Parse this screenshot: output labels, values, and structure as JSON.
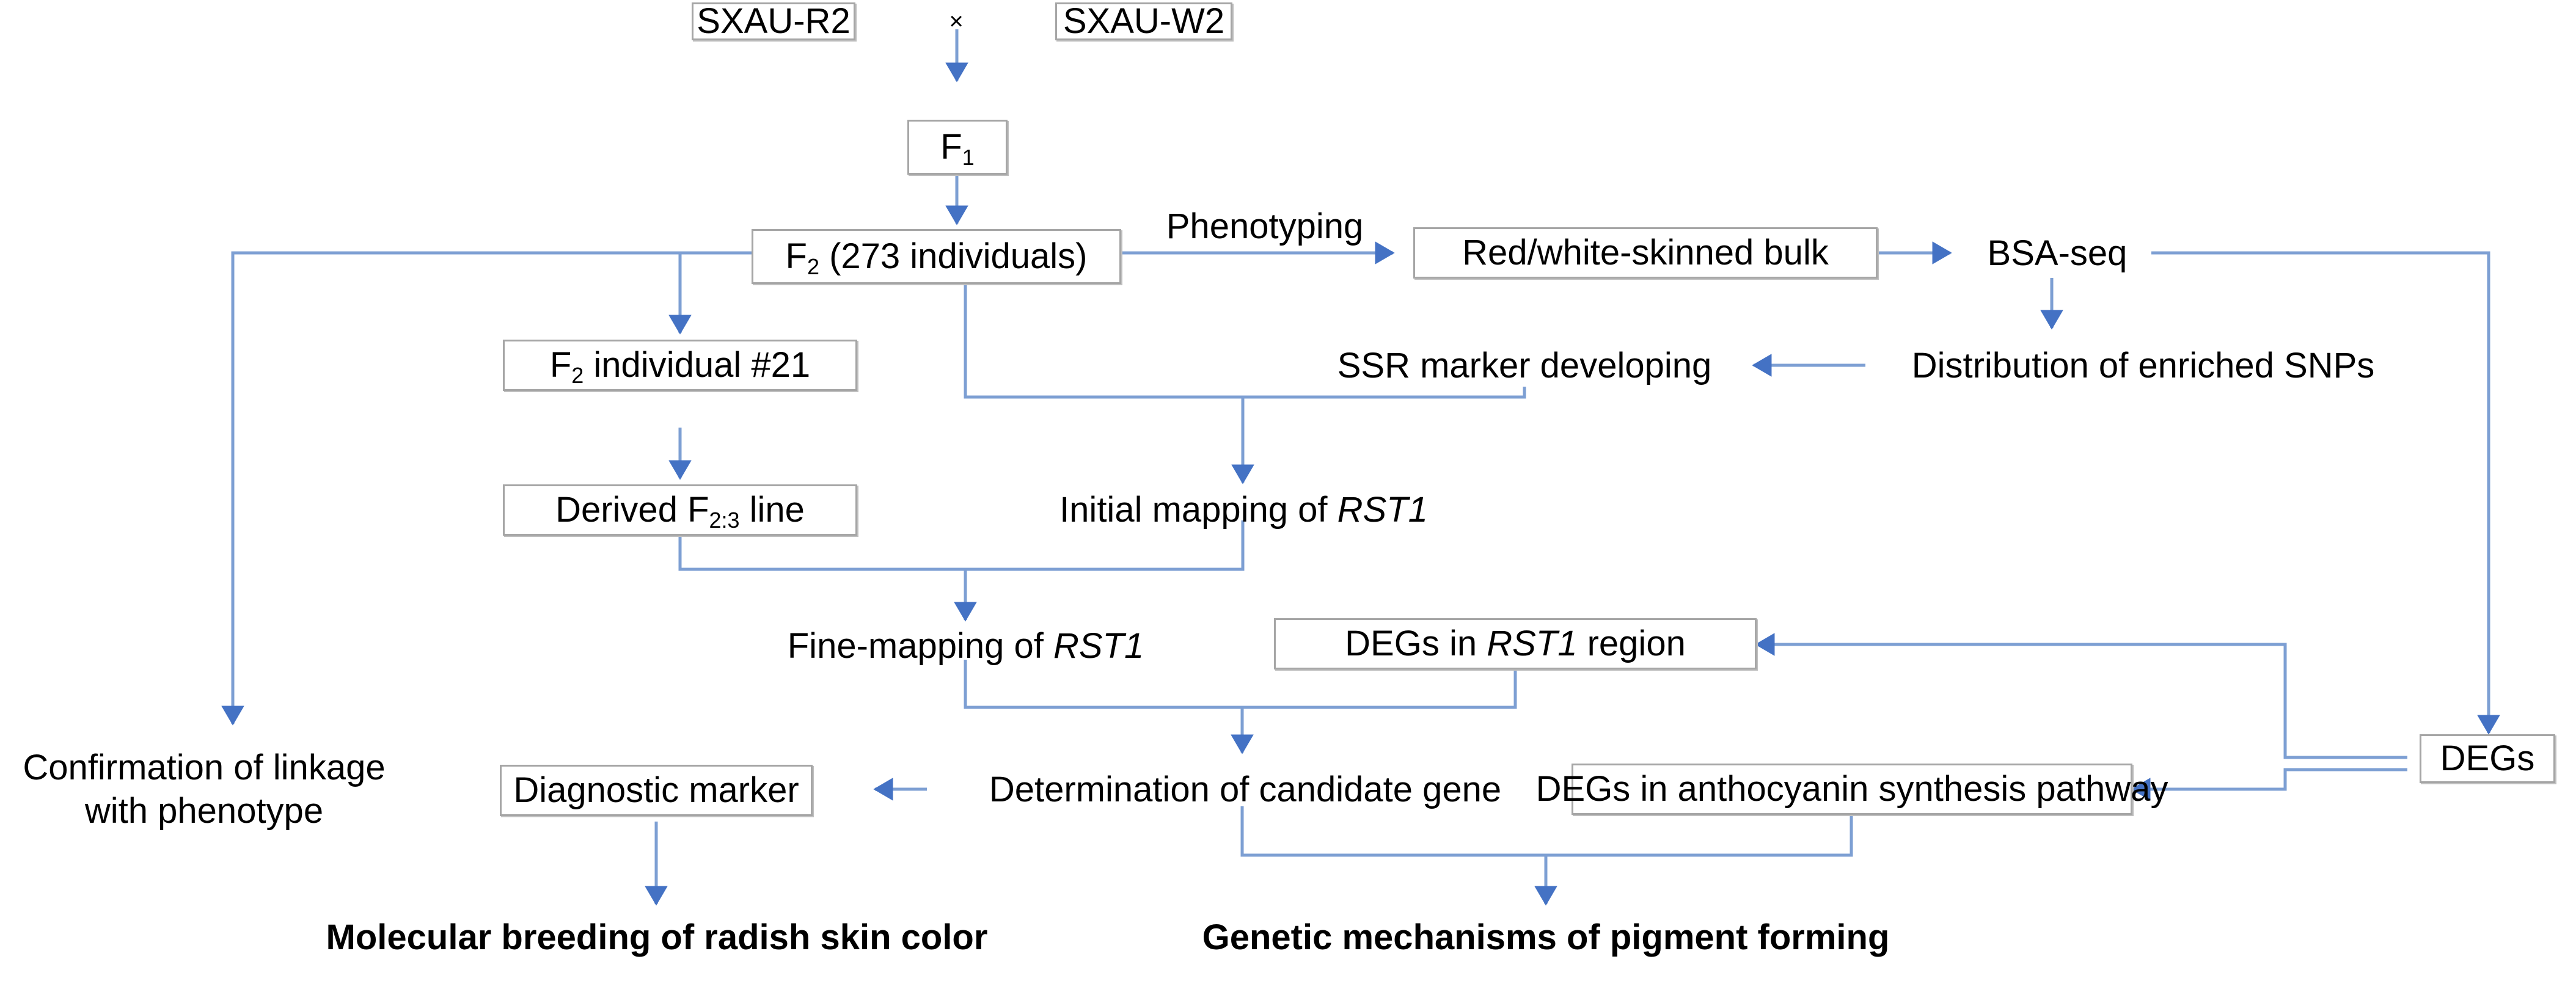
{
  "diagram": {
    "title": "Radish skin color RST1 mapping workflow",
    "colors": {
      "arrow": "#4472C4",
      "line": "#7D9FD3",
      "box_border": "#A6A6A6",
      "box_shadow": "#BFBFBF",
      "text": "#000000",
      "background": "#FFFFFF"
    },
    "nodes": {
      "parent_red": "SXAU-R2",
      "cross_symbol": "×",
      "parent_white": "SXAU-W2",
      "f1": "F",
      "f1_sub": "1",
      "f2_prefix": "F",
      "f2_sub": "2",
      "f2_suffix": " (273 individuals)",
      "phenotyping_label": "Phenotyping",
      "bulk": "Red/white-skinned bulk",
      "bsa_seq": "BSA-seq",
      "snp_distribution": "Distribution of enriched SNPs",
      "ssr_marker": "SSR marker developing",
      "f2_individual_prefix": "F",
      "f2_individual_sub": "2",
      "f2_individual_suffix": " individual  #21",
      "derived_prefix": "Derived F",
      "derived_sub": "2:3",
      "derived_suffix": " line",
      "initial_mapping_prefix": "Initial mapping of ",
      "initial_mapping_gene": "RST1",
      "fine_mapping_prefix": "Fine-mapping of ",
      "fine_mapping_gene": "RST1",
      "degs_region_prefix": "DEGs in ",
      "degs_region_gene": "RST1",
      "degs_region_suffix": " region",
      "degs": "DEGs",
      "confirmation_line1": "Confirmation of linkage",
      "confirmation_line2": "with phenotype",
      "diagnostic_marker": "Diagnostic marker",
      "candidate_gene": "Determination of candidate gene",
      "degs_anthocyanin": "DEGs in anthocyanin synthesis pathway",
      "outcome_breeding": "Molecular breeding of radish skin color",
      "outcome_mechanism": "Genetic mechanisms of pigment forming"
    }
  }
}
